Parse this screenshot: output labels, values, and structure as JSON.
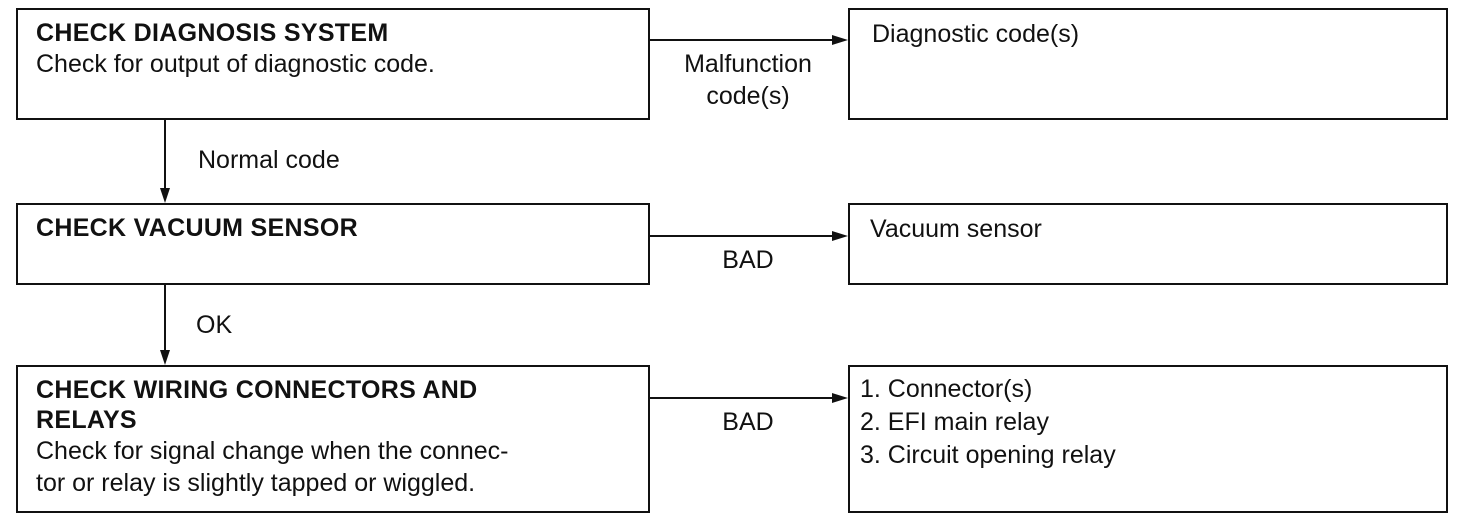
{
  "steps": [
    {
      "title": "CHECK DIAGNOSIS SYSTEM",
      "description_lines": [
        "Check for output of diagnostic code."
      ]
    },
    {
      "title": "CHECK VACUUM SENSOR",
      "description_lines": []
    },
    {
      "title_lines": [
        "CHECK WIRING CONNECTORS AND",
        "RELAYS"
      ],
      "description_lines": [
        "Check for signal change when the connec-",
        "tor or relay is slightly tapped or wiggled."
      ]
    }
  ],
  "results": [
    {
      "lines": [
        "Diagnostic code(s)"
      ]
    },
    {
      "lines": [
        "Vacuum sensor"
      ]
    },
    {
      "lines": [
        "1. Connector(s)",
        "2. EFI main relay",
        "3. Circuit opening relay"
      ]
    }
  ],
  "edges": {
    "step1_to_result1": [
      "Malfunction",
      "code(s)"
    ],
    "step1_to_step2": "Normal code",
    "step2_to_result2": "BAD",
    "step2_to_step3": "OK",
    "step3_to_result3": "BAD"
  }
}
